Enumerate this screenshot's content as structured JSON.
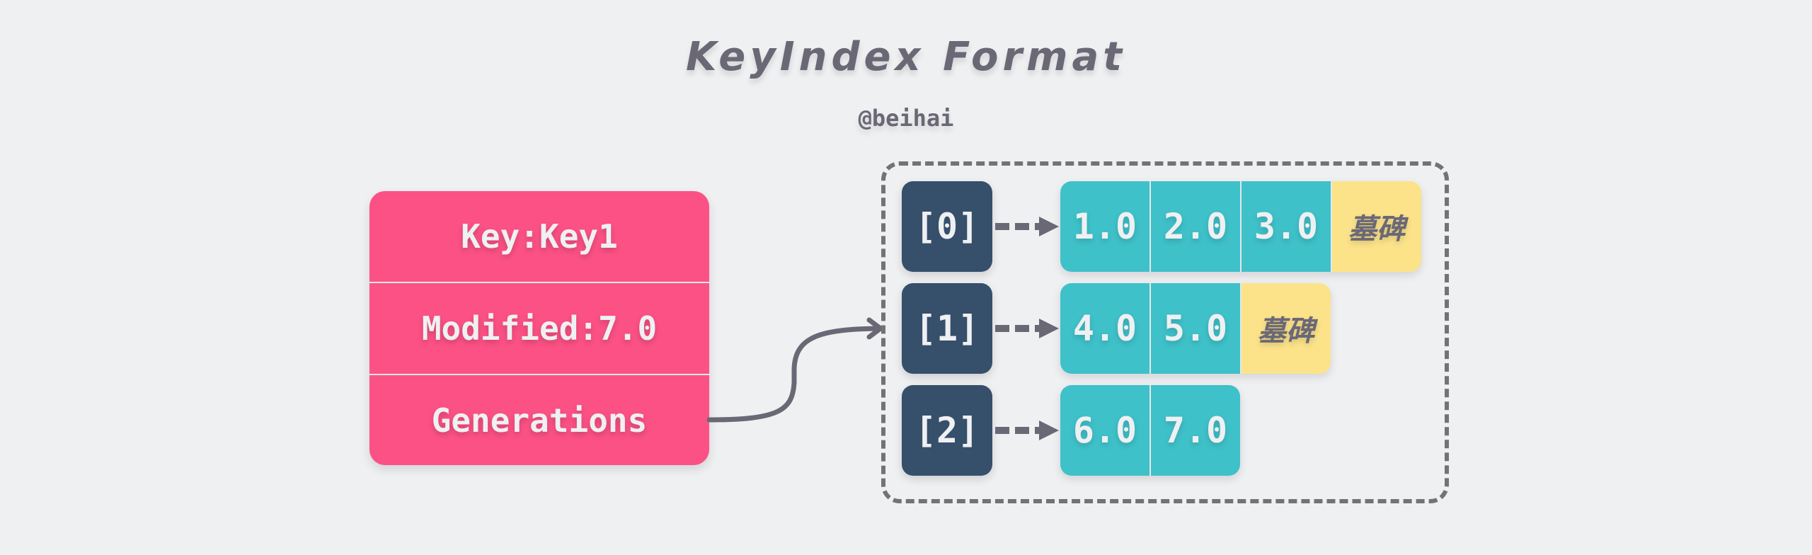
{
  "title": "KeyIndex Format",
  "author": "@beihai",
  "key_index": {
    "fields": [
      {
        "label": "Key:Key1"
      },
      {
        "label": "Modified:7.0"
      },
      {
        "label": "Generations"
      }
    ]
  },
  "generations": [
    {
      "index": "[0]",
      "revisions": [
        "1.0",
        "2.0",
        "3.0"
      ],
      "tombstone": "墓碑"
    },
    {
      "index": "[1]",
      "revisions": [
        "4.0",
        "5.0"
      ],
      "tombstone": "墓碑"
    },
    {
      "index": "[2]",
      "revisions": [
        "6.0",
        "7.0"
      ],
      "tombstone": null
    }
  ],
  "colors": {
    "background": "#eff0f2",
    "key_card": "#fc5185",
    "index_box": "#364f6b",
    "revision_cell": "#3fc1c9",
    "tombstone_cell": "#fce38a",
    "text_dark": "#6b6876",
    "dashed_border": "#737373"
  }
}
